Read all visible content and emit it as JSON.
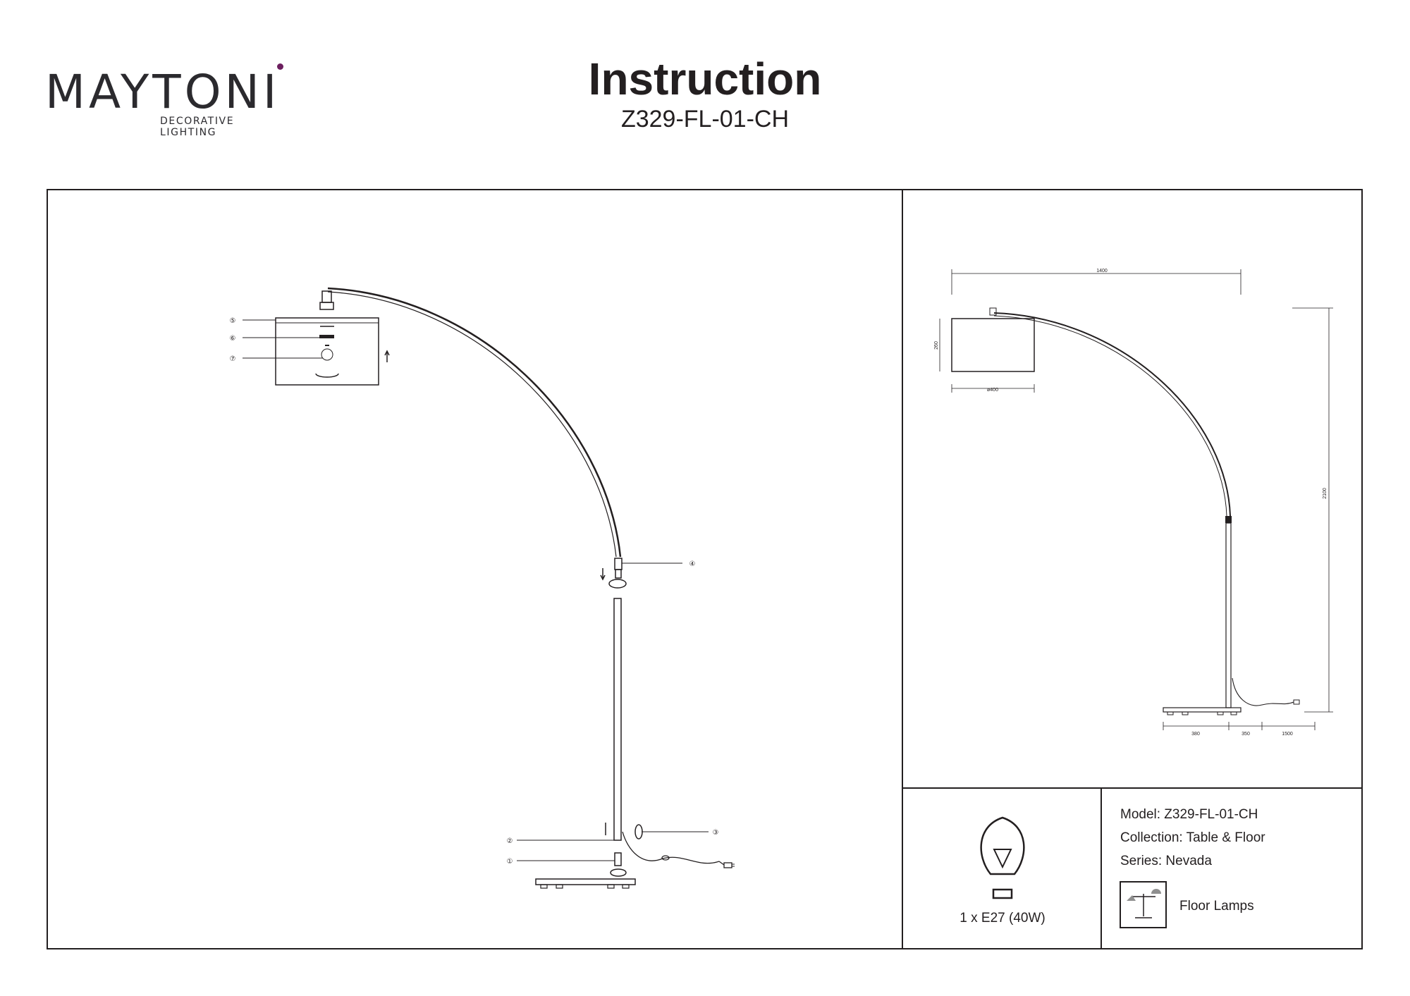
{
  "brand": {
    "name": "MAYTONI",
    "tagline": "DECORATIVE LIGHTING",
    "dot_color": "#6c1f5f"
  },
  "header": {
    "title": "Instruction",
    "model_code": "Z329-FL-01-CH"
  },
  "assembly": {
    "callouts": [
      "①",
      "②",
      "③",
      "④",
      "⑤",
      "⑥",
      "⑦"
    ]
  },
  "dimensions": {
    "width": "1400",
    "height": "2100",
    "shade_height": "260",
    "shade_diameter": "ø400",
    "base_depth": "380",
    "base_offset": "350",
    "cable": "1500"
  },
  "bulb": {
    "icon": "light-bulb-icon",
    "label": "1 x E27 (40W)"
  },
  "specs": {
    "model": "Model: Z329-FL-01-CH",
    "collection": "Collection: Table & Floor",
    "series": "Series: Nevada"
  },
  "category": {
    "icon": "floor-lamp-icon",
    "label": "Floor Lamps"
  }
}
